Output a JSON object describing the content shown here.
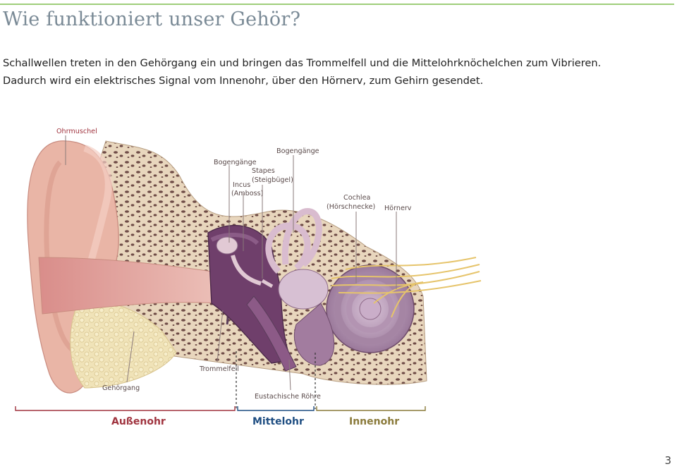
{
  "title": "Wie funktioniert unser Gehör?",
  "intro": {
    "line1": "Schallwellen treten in den Gehörgang ein und bringen das Trommelfell und die Mittelohrknöchelchen zum Vibrieren.",
    "line2": "Dadurch wird ein elektrisches Signal vom Innenohr, über den Hörnerv, zum Gehirn gesendet."
  },
  "labels": {
    "ohrmuschel": "Ohrmuschel",
    "bogengaenge_left": "Bogengänge",
    "bogengaenge_right": "Bogengänge",
    "stapes_1": "Stapes",
    "stapes_2": "(Steigbügel)",
    "incus_1": "Incus",
    "incus_2": "(Amboss)",
    "cochlea_1": "Cochlea",
    "cochlea_2": "(Hörschnecke)",
    "hoernerv": "Hörnerv",
    "trommelfell": "Trommelfell",
    "gehoergang": "Gehörgang",
    "eustachische_roehre": "Eustachische Röhre"
  },
  "sections": {
    "aussenohr": "Außenohr",
    "mittelohr": "Mittelohr",
    "innenohr": "Innenohr"
  },
  "colors": {
    "accent_line": "#9fce7a",
    "aussenohr": "#a0343f",
    "mittelohr": "#1f4e82",
    "innenohr": "#8a7a3a"
  },
  "page_number": "3"
}
